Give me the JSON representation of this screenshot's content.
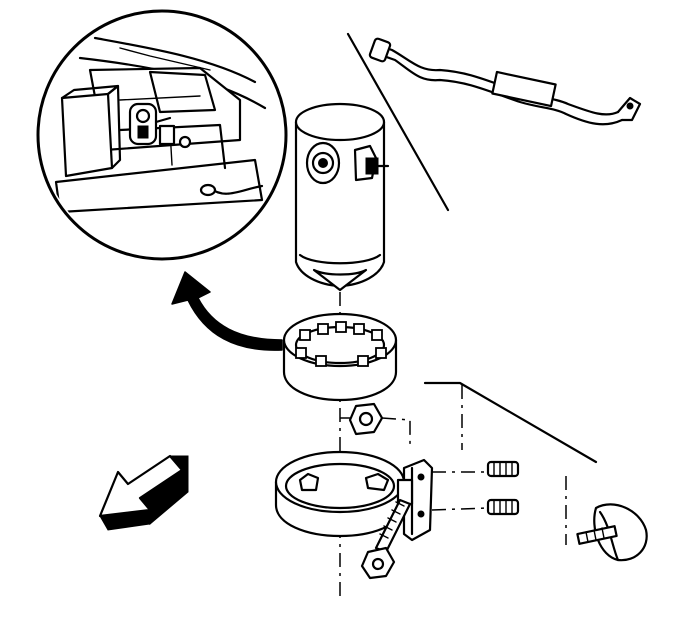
{
  "figure": {
    "background": "#ffffff",
    "ink": "#000000",
    "parts": [
      "detail-view-circle",
      "accumulator",
      "ac-hose-line",
      "insulator",
      "mounting-bracket",
      "nut",
      "bolt",
      "studs",
      "push-pin-retainer",
      "front-direction-arrow",
      "detail-pointer-arrow"
    ]
  }
}
